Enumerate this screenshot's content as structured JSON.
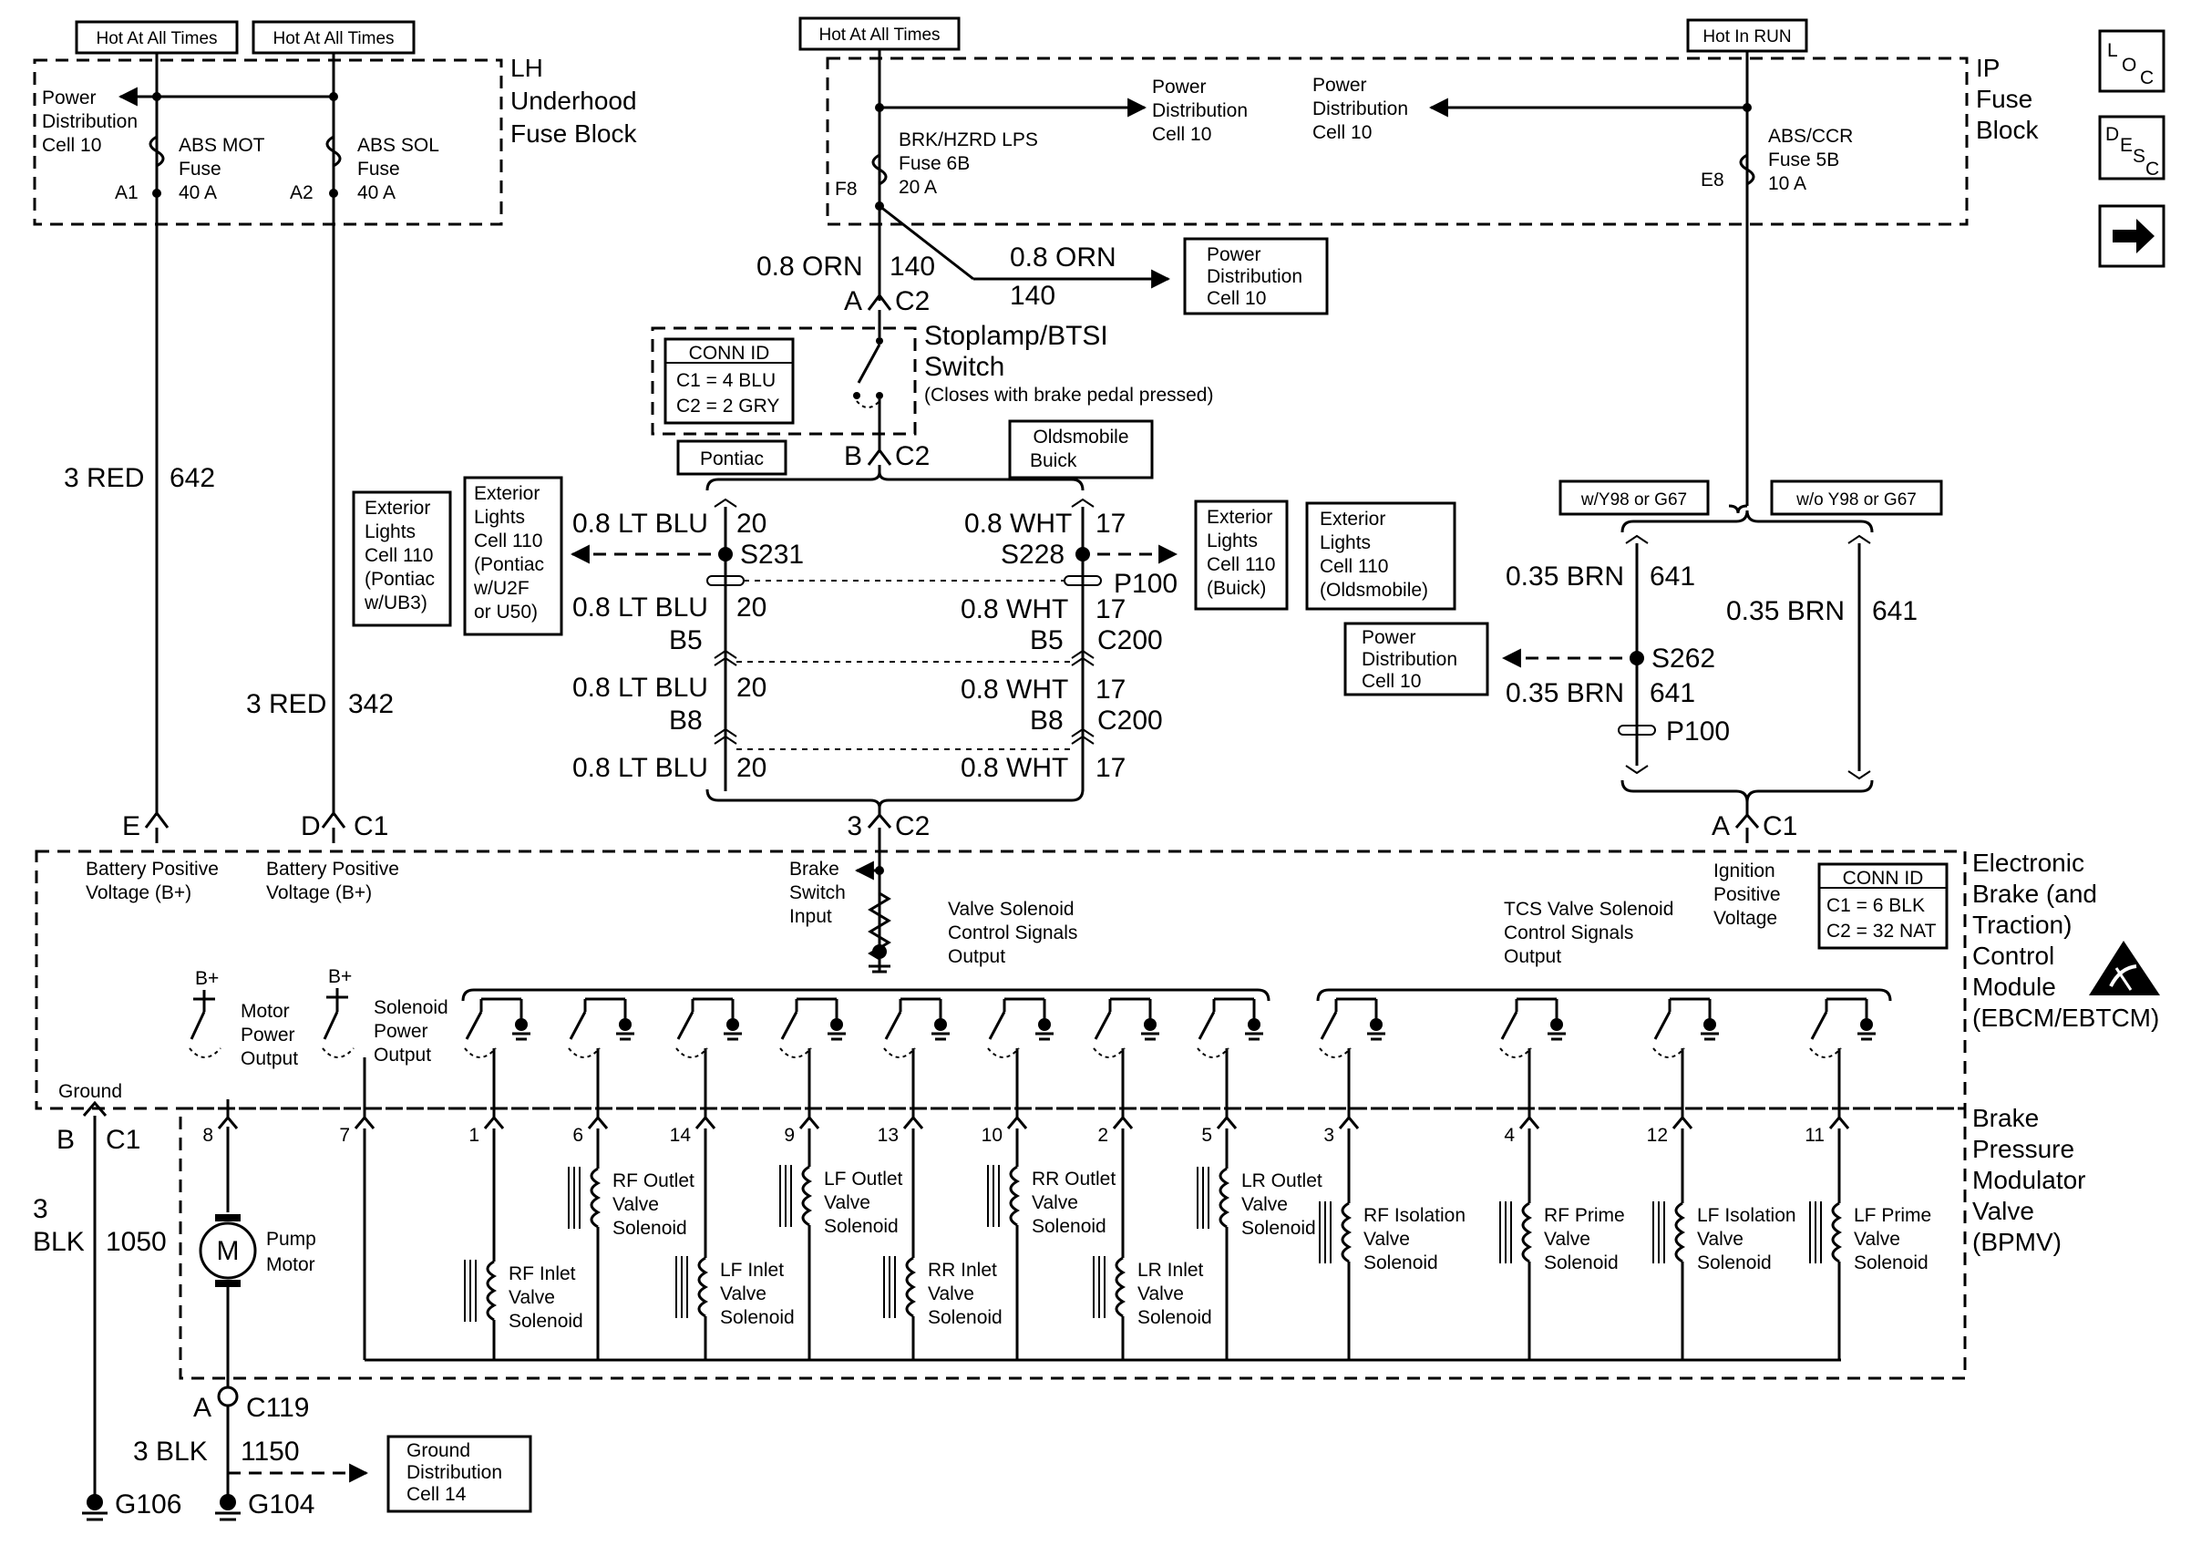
{
  "top_tags": {
    "hot1": "Hot At All Times",
    "hot2": "Hot At All Times",
    "hot3": "Hot At All Times",
    "hot_run": "Hot In RUN"
  },
  "lh_block": {
    "title_1": "LH",
    "title_2": "Underhood",
    "title_3": "Fuse Block",
    "pd_1": "Power",
    "pd_2": "Distribution",
    "pd_3": "Cell 10",
    "fuse1_1": "ABS MOT",
    "fuse1_2": "Fuse",
    "fuse1_3": "40 A",
    "fuse2_1": "ABS SOL",
    "fuse2_2": "Fuse",
    "fuse2_3": "40 A",
    "a1": "A1",
    "a2": "A2"
  },
  "ip_block": {
    "title_1": "IP",
    "title_2": "Fuse",
    "title_3": "Block",
    "pd_left_1": "Power",
    "pd_left_2": "Distribution",
    "pd_left_3": "Cell 10",
    "pd_right_1": "Power",
    "pd_right_2": "Distribution",
    "pd_right_3": "Cell 10",
    "fuse_brk_1": "BRK/HZRD LPS",
    "fuse_brk_2": "Fuse 6B",
    "fuse_brk_3": "20 A",
    "f8": "F8",
    "fuse_abs_1": "ABS/CCR",
    "fuse_abs_2": "Fuse 5B",
    "fuse_abs_3": "10 A",
    "e8": "E8"
  },
  "nav_icons": {
    "loc": "LOC",
    "desc": "DESC"
  },
  "brake_circuit": {
    "wire_140": "0.8 ORN",
    "wire_140_num": "140",
    "wire_140b": "0.8 ORN",
    "wire_140b_num": "140",
    "pin_a": "A",
    "conn_c2": "C2",
    "pd_box_1": "Power",
    "pd_box_2": "Distribution",
    "pd_box_3": "Cell 10",
    "switch_1": "Stoplamp/BTSI",
    "switch_2": "Switch",
    "switch_3": "(Closes with brake pedal pressed)",
    "connid_title": "CONN ID",
    "connid_c1": "C1 = 4 BLU",
    "connid_c2": "C2 = 2 GRY",
    "pin_b": "B",
    "conn_c2b": "C2",
    "pontiac": "Pontiac",
    "olds_1": "Oldsmobile",
    "olds_2": "Buick"
  },
  "splices": {
    "ltblu": "0.8 LT BLU",
    "wht": "0.8 WHT",
    "n20": "20",
    "n17": "17",
    "s231": "S231",
    "s228": "S228",
    "p100": "P100",
    "b5": "B5",
    "b8": "B8",
    "c200": "C200",
    "ext_pont_1": "Exterior",
    "ext_pont_2": "Lights",
    "ext_pont_3": "Cell 110",
    "ext_pont_4": "(Pontiac",
    "ext_pont_5": "w/UB3)",
    "ext_pu2f_1": "Exterior",
    "ext_pu2f_2": "Lights",
    "ext_pu2f_3": "Cell 110",
    "ext_pu2f_4": "(Pontiac",
    "ext_pu2f_5": "w/U2F",
    "ext_pu2f_6": "or U50)",
    "ext_buick_1": "Exterior",
    "ext_buick_2": "Lights",
    "ext_buick_3": "Cell 110",
    "ext_buick_4": "(Buick)",
    "ext_olds_1": "Exterior",
    "ext_olds_2": "Lights",
    "ext_olds_3": "Cell 110",
    "ext_olds_4": "(Oldsmobile)",
    "pin_3": "3",
    "conn_c2": "C2"
  },
  "left_wires": {
    "red_642": "3 RED",
    "num_642": "642",
    "red_342": "3 RED",
    "num_342": "342",
    "pin_e": "E",
    "pin_d": "D",
    "conn_c1": "C1"
  },
  "ignition": {
    "opt1": "w/Y98 or G67",
    "opt2": "w/o Y98 or G67",
    "brn": "0.35 BRN",
    "num": "641",
    "s262": "S262",
    "p100": "P100",
    "pd_1": "Power",
    "pd_2": "Distribution",
    "pd_3": "Cell 10",
    "pin_a": "A",
    "conn_c1": "C1"
  },
  "ebcm": {
    "batt_1": "Battery Positive",
    "batt_2": "Voltage (B+)",
    "batt2_1": "Battery Positive",
    "batt2_2": "Voltage (B+)",
    "brake_1": "Brake",
    "brake_2": "Switch",
    "brake_3": "Input",
    "vsol_1": "Valve Solenoid",
    "vsol_2": "Control Signals",
    "vsol_3": "Output",
    "tcs_1": "TCS Valve Solenoid",
    "tcs_2": "Control Signals",
    "tcs_3": "Output",
    "ign_1": "Ignition",
    "ign_2": "Positive",
    "ign_3": "Voltage",
    "connid_title": "CONN ID",
    "connid_c1": "C1 = 6 BLK",
    "connid_c2": "C2 = 32 NAT",
    "title_1": "Electronic",
    "title_2": "Brake (and",
    "title_3": "Traction)",
    "title_4": "Control",
    "title_5": "Module",
    "title_6": "(EBCM/EBTCM)",
    "bplus": "B+",
    "motor_1": "Motor",
    "motor_2": "Power",
    "motor_3": "Output",
    "sol_1": "Solenoid",
    "sol_2": "Power",
    "sol_3": "Output",
    "ground": "Ground"
  },
  "bpmv": {
    "title_1": "Brake",
    "title_2": "Pressure",
    "title_3": "Modulator",
    "title_4": "Valve",
    "title_5": "(BPMV)",
    "pins": [
      "8",
      "7",
      "1",
      "6",
      "14",
      "9",
      "13",
      "10",
      "2",
      "5",
      "3",
      "4",
      "12",
      "11"
    ],
    "pump_1": "Pump",
    "pump_2": "Motor",
    "motor_glyph": "M",
    "rf_out": [
      "RF Outlet",
      "Valve",
      "Solenoid"
    ],
    "lf_out": [
      "LF Outlet",
      "Valve",
      "Solenoid"
    ],
    "rr_out": [
      "RR Outlet",
      "Valve",
      "Solenoid"
    ],
    "lr_out": [
      "LR Outlet",
      "Valve",
      "Solenoid"
    ],
    "rf_in": [
      "RF Inlet",
      "Valve",
      "Solenoid"
    ],
    "lf_in": [
      "LF Inlet",
      "Valve",
      "Solenoid"
    ],
    "rr_in": [
      "RR Inlet",
      "Valve",
      "Solenoid"
    ],
    "lr_in": [
      "LR Inlet",
      "Valve",
      "Solenoid"
    ],
    "rf_iso": [
      "RF Isolation",
      "Valve",
      "Solenoid"
    ],
    "rf_prime": [
      "RF Prime",
      "Valve",
      "Solenoid"
    ],
    "lf_iso": [
      "LF Isolation",
      "Valve",
      "Solenoid"
    ],
    "lf_prime": [
      "LF Prime",
      "Valve",
      "Solenoid"
    ]
  },
  "grounds": {
    "pin_b": "B",
    "conn_c1": "C1",
    "wire_1050_a": "3",
    "wire_1050_b": "BLK",
    "num_1050": "1050",
    "pin_a": "A",
    "c119": "C119",
    "wire_1150": "3  BLK",
    "num_1150": "1150",
    "g106": "G106",
    "g104": "G104",
    "gd_1": "Ground",
    "gd_2": "Distribution",
    "gd_3": "Cell 14"
  }
}
